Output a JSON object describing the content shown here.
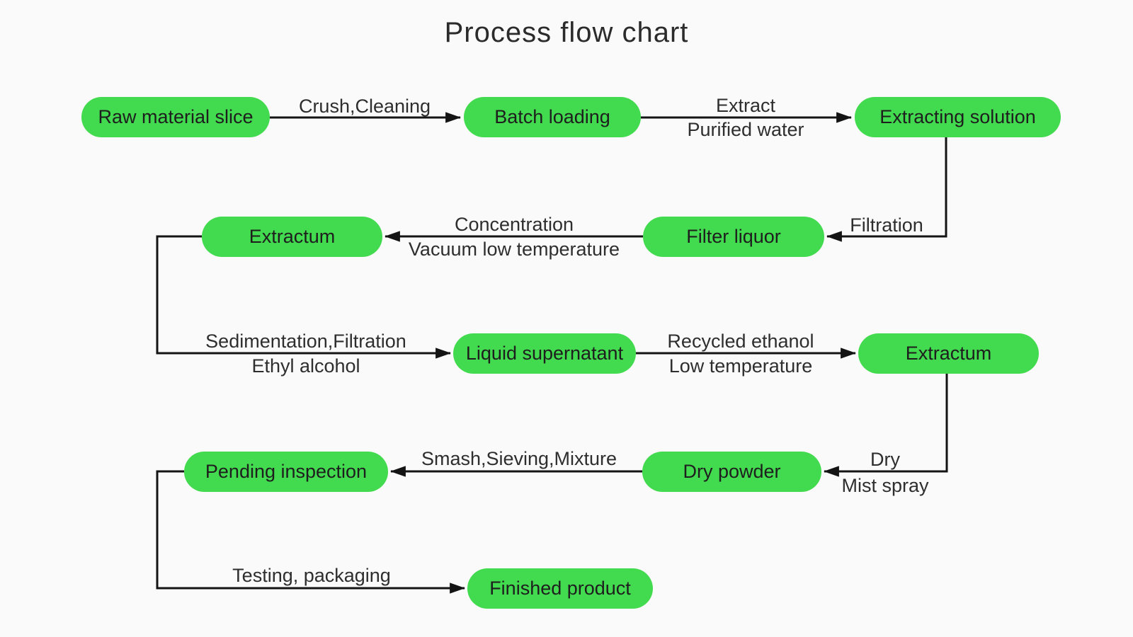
{
  "title": "Process flow chart",
  "colors": {
    "background": "#fafafa",
    "node_fill": "#42da4e",
    "line": "#141414",
    "text": "#2e2e2e"
  },
  "nodes": [
    {
      "id": "raw-material-slice",
      "label": "Raw material slice"
    },
    {
      "id": "batch-loading",
      "label": "Batch loading"
    },
    {
      "id": "extracting-solution",
      "label": "Extracting solution"
    },
    {
      "id": "extractum-1",
      "label": "Extractum"
    },
    {
      "id": "filter-liquor",
      "label": "Filter liquor"
    },
    {
      "id": "liquid-supernatant",
      "label": "Liquid supernatant"
    },
    {
      "id": "extractum-2",
      "label": "Extractum"
    },
    {
      "id": "pending-inspection",
      "label": "Pending inspection"
    },
    {
      "id": "dry-powder",
      "label": "Dry powder"
    },
    {
      "id": "finished-product",
      "label": "Finished product"
    }
  ],
  "edges": [
    {
      "from": "Raw material slice",
      "to": "Batch loading",
      "lines": [
        "Crush,Cleaning"
      ]
    },
    {
      "from": "Batch loading",
      "to": "Extracting solution",
      "lines": [
        "Extract",
        "Purified water"
      ]
    },
    {
      "from": "Extracting solution",
      "to": "Filter liquor",
      "lines": [
        "Filtration"
      ]
    },
    {
      "from": "Filter liquor",
      "to": "Extractum",
      "lines": [
        "Concentration",
        "Vacuum low temperature"
      ]
    },
    {
      "from": "Extractum",
      "to": "Liquid supernatant",
      "lines": [
        "Sedimentation,Filtration",
        "Ethyl alcohol"
      ]
    },
    {
      "from": "Liquid supernatant",
      "to": "Extractum",
      "lines": [
        "Recycled ethanol",
        "Low temperature"
      ]
    },
    {
      "from": "Extractum",
      "to": "Dry powder",
      "lines": [
        "Dry",
        "Mist spray"
      ]
    },
    {
      "from": "Dry powder",
      "to": "Pending inspection",
      "lines": [
        "Smash,Sieving,Mixture"
      ]
    },
    {
      "from": "Pending inspection",
      "to": "Finished product",
      "lines": [
        "Testing, packaging"
      ]
    }
  ]
}
